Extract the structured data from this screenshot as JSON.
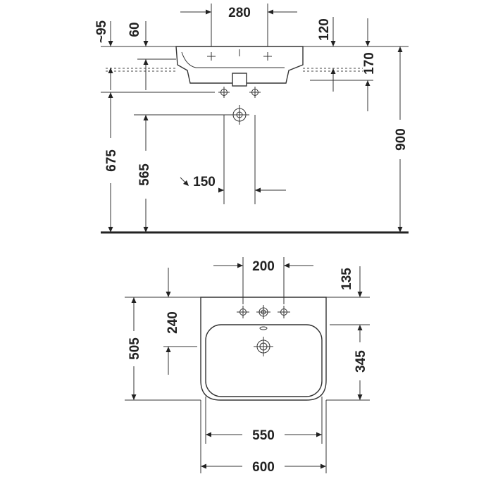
{
  "dimensions": {
    "side_view": {
      "tap_spacing": "280",
      "wall_clearance_approx": "~95",
      "rim_thickness": "60",
      "back_offset": "120",
      "basin_height": "170",
      "overall_rim_height": "900",
      "supply_height": "675",
      "drain_height": "565",
      "drain_spacing": "150"
    },
    "top_view": {
      "tap_spacing": "200",
      "back_depth": "135",
      "tap_to_bowl": "240",
      "overall_depth": "505",
      "bowl_depth": "345",
      "bowl_width": "550",
      "overall_width": "600"
    }
  }
}
